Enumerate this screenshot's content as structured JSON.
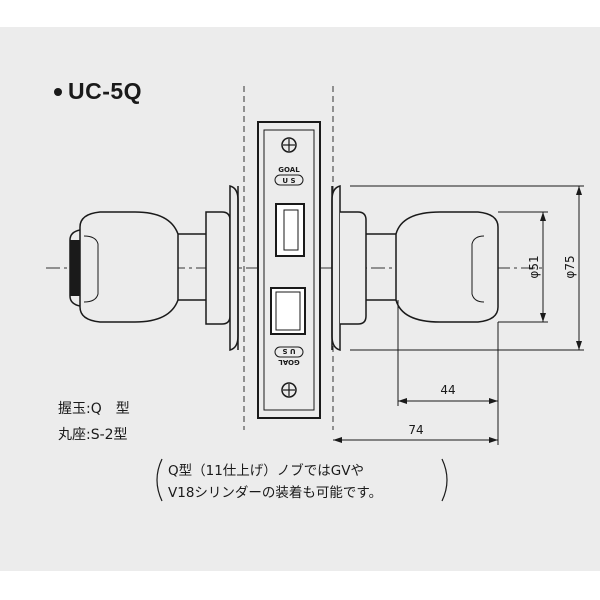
{
  "title": "UC-5Q",
  "specs": {
    "knob": "握玉:Q　型",
    "rose": "丸座:S-2型"
  },
  "dimensions": {
    "d51": "φ51",
    "d75": "φ75",
    "len44": "44",
    "len74": "74"
  },
  "plate": {
    "top_label_1": "GOAL",
    "top_label_2": "U S",
    "bottom_label_1": "U S",
    "bottom_label_2": "GOAL"
  },
  "note": {
    "line1": "Q型（11仕上げ）ノブではGVや",
    "line2": "V18シリンダーの装着も可能です。"
  }
}
